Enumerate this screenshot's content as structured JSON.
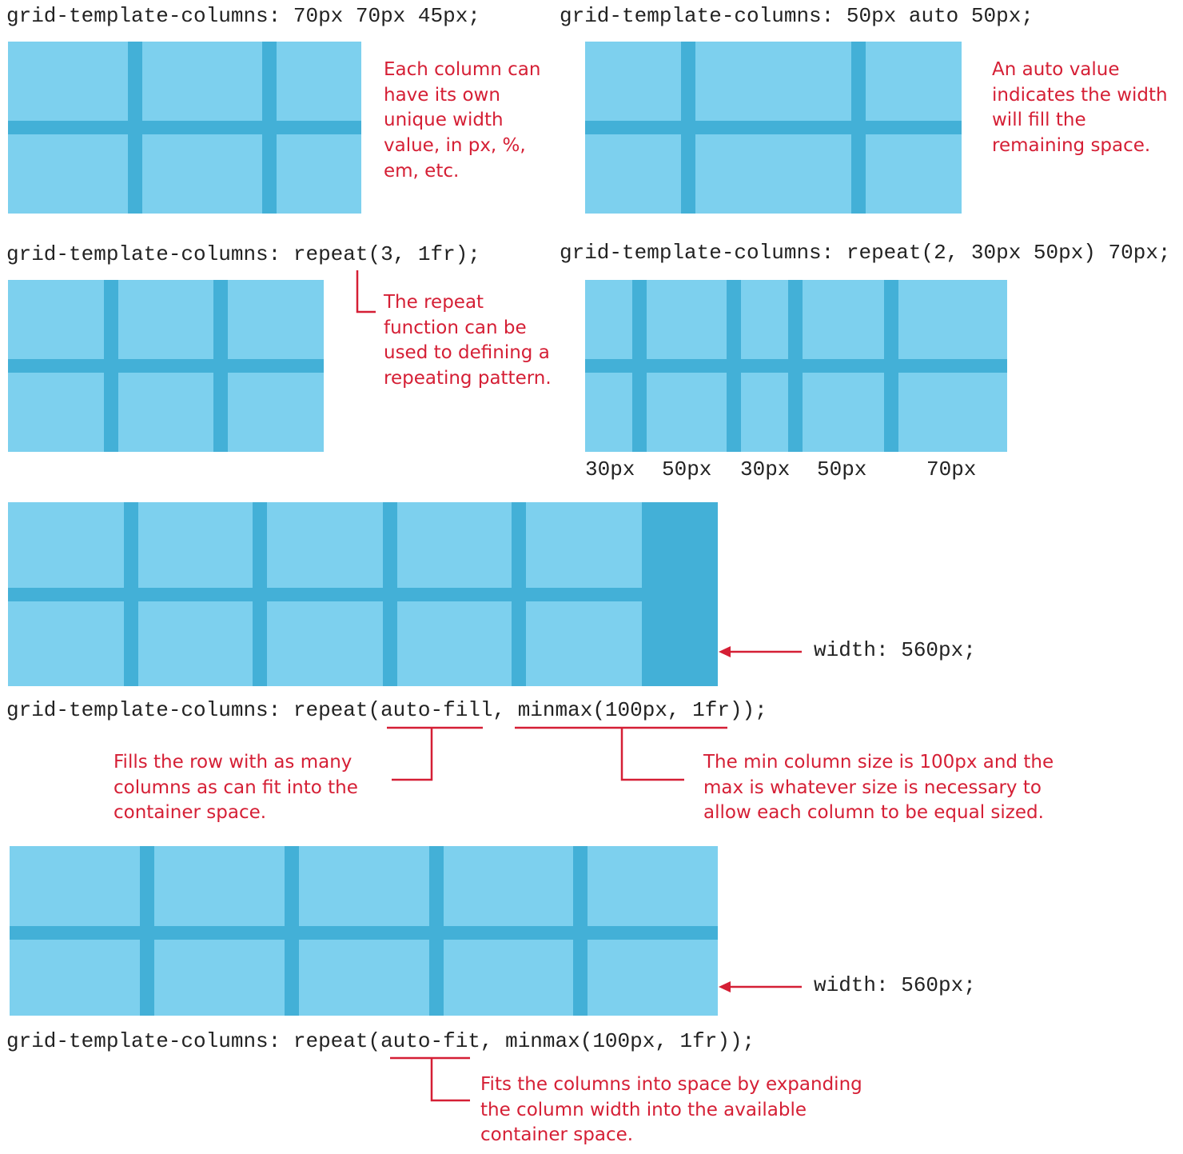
{
  "colors": {
    "cell": "#7dd0ee",
    "gap": "#43b0d7",
    "annotation": "#d51f35",
    "code": "#222222"
  },
  "examples": [
    {
      "code": "grid-template-columns: 70px 70px 45px;",
      "note": "Each column can have its own unique width value, in px, %, em, etc."
    },
    {
      "code": "grid-template-columns: 50px auto 50px;",
      "note": "An auto value indicates the width will fill the remaining space."
    },
    {
      "code": "grid-template-columns: repeat(3, 1fr);",
      "note": "The repeat function can be used to defining a repeating pattern."
    },
    {
      "code": "grid-template-columns: repeat(2, 30px 50px) 70px;",
      "column_labels": [
        "30px",
        "50px",
        "30px",
        "50px",
        "70px"
      ]
    },
    {
      "code": "grid-template-columns: repeat(auto-fill, minmax(100px, 1fr));",
      "width_label": "width: 560px;",
      "note_left": "Fills the row with as many columns as can fit into the container space.",
      "note_right": "The min column size is 100px and the max is whatever size is necessary to allow each column to be equal sized."
    },
    {
      "code": "grid-template-columns: repeat(auto-fit, minmax(100px, 1fr));",
      "width_label": "width: 560px;",
      "note": "Fits the columns into space by expanding the column width into the available container space."
    }
  ]
}
